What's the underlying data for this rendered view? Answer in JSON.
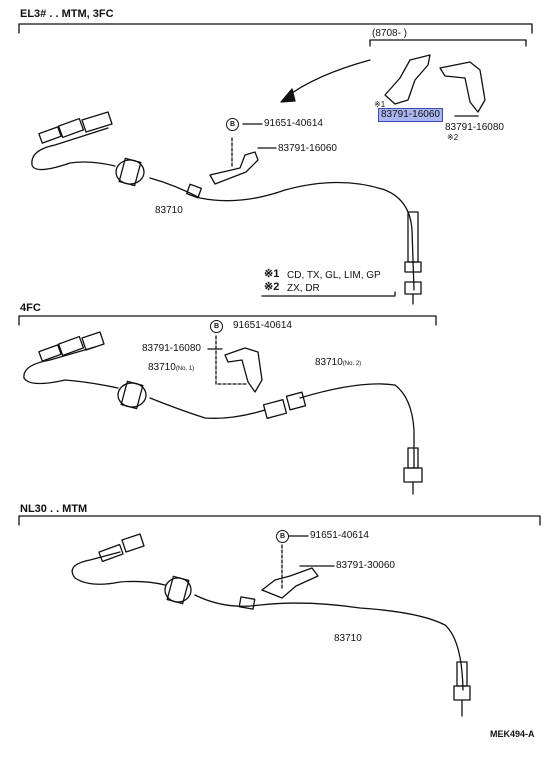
{
  "sections": {
    "s1": {
      "header": "EL3# . . MTM, 3FC",
      "inset_header": "(8708-          )",
      "label_bolt": "91651-40614",
      "label_bracket": "83791-16060",
      "label_cable": "83710",
      "label_inset_part1": "83791-16060",
      "label_inset_part2": "83791-16080",
      "mark_1": "※1",
      "mark_2": "※2",
      "note1_mark": "※1",
      "note1_text": "CD, TX, GL, LIM, GP",
      "note2_mark": "※2",
      "note2_text": "ZX, DR"
    },
    "s2": {
      "header": "4FC",
      "label_bolt": "91651-40614",
      "label_bracket": "83791-16080",
      "label_cable_1": "83710",
      "label_cable_1_sub": "(No. 1)",
      "label_cable_2": "83710",
      "label_cable_2_sub": "(No. 2)"
    },
    "s3": {
      "header": "NL30 . . MTM",
      "label_bolt": "91651-40614",
      "label_bracket": "83791-30060",
      "label_cable": "83710"
    },
    "footer_code": "MEK494-A",
    "bolt_glyph": "B",
    "colors": {
      "highlight": "#aab6ef",
      "highlight_border": "#3b4bb5",
      "ink": "#111111"
    }
  }
}
